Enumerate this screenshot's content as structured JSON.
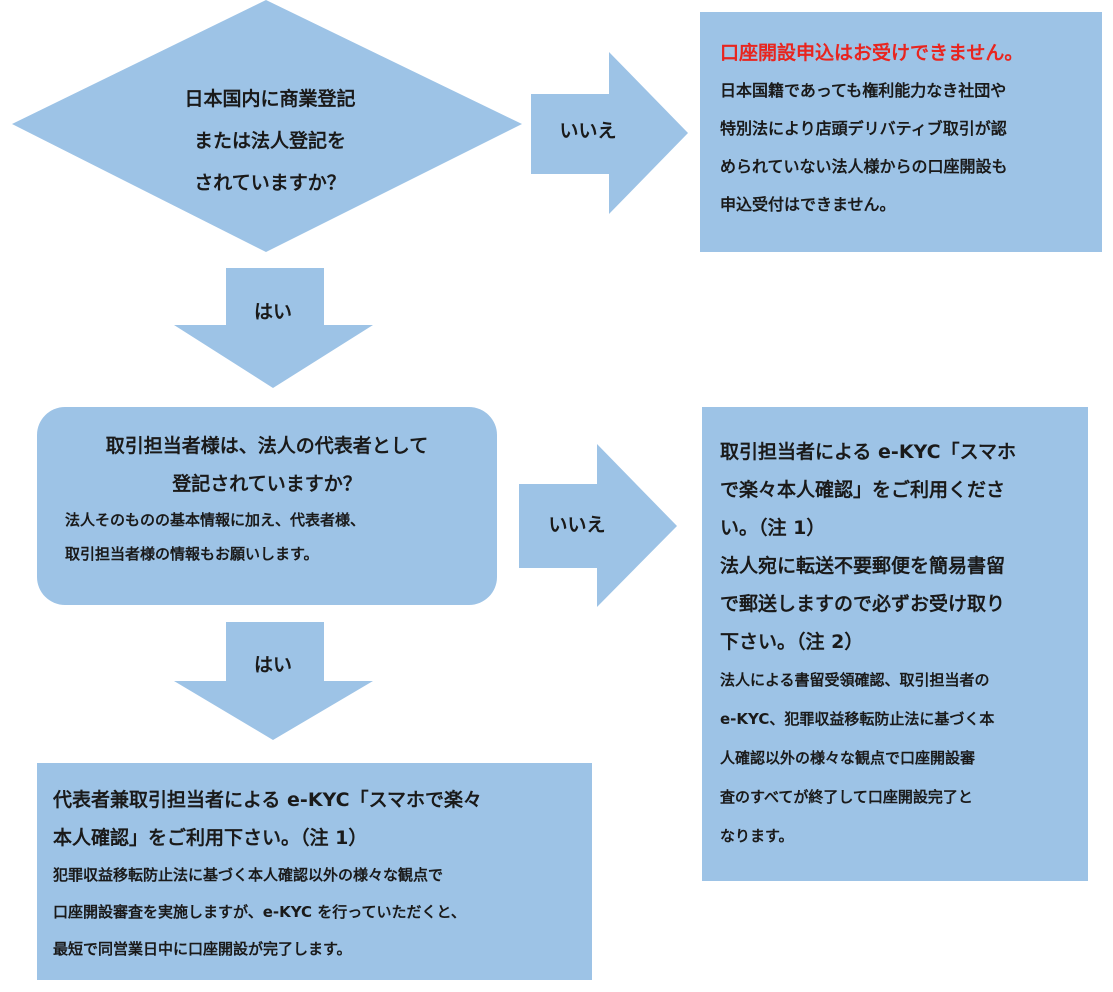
{
  "colors": {
    "shape_fill": "#9dc3e6",
    "text": "#1a1a1a",
    "warning": "#e8251f"
  },
  "q1": {
    "lines": [
      "日本国内に商業登記",
      "または法人登記を",
      "されていますか？"
    ],
    "no_label": "いいえ",
    "yes_label": "はい"
  },
  "reject": {
    "title": "口座開設申込はお受けできません。",
    "lines": [
      "日本国籍であっても権利能力なき社団や",
      "特別法により店頭デリバティブ取引が認",
      "められていない法人様からの口座開設も",
      "申込受付はできません。"
    ]
  },
  "q2": {
    "title_lines": [
      "取引担当者様は、法人の代表者として",
      "登記されていますか？"
    ],
    "note_lines": [
      "法人そのものの基本情報に加え、代表者様、",
      "取引担当者様の情報もお願いします。"
    ],
    "no_label": "いいえ",
    "yes_label": "はい"
  },
  "ekyc_staff": {
    "main_lines": [
      "取引担当者による e-KYC「スマホ",
      "で楽々本人確認」をご利用くださ",
      "い。（注 1）",
      "法人宛に転送不要郵便を簡易書留",
      "で郵送しますので必ずお受け取り",
      "下さい。（注 2）"
    ],
    "note_lines": [
      "法人による書留受領確認、取引担当者の",
      "e-KYC、犯罪収益移転防止法に基づく本",
      "人確認以外の様々な観点で口座開設審",
      "査のすべてが終了して口座開設完了と",
      "なります。"
    ]
  },
  "ekyc_rep": {
    "main_lines": [
      "代表者兼取引担当者による  e-KYC「スマホで楽々",
      "本人確認」をご利用下さい。（注 1）"
    ],
    "note_lines": [
      "犯罪収益移転防止法に基づく本人確認以外の様々な観点で",
      "口座開設審査を実施しますが、e-KYC を行っていただくと、",
      "最短で同営業日中に口座開設が完了します。"
    ]
  }
}
